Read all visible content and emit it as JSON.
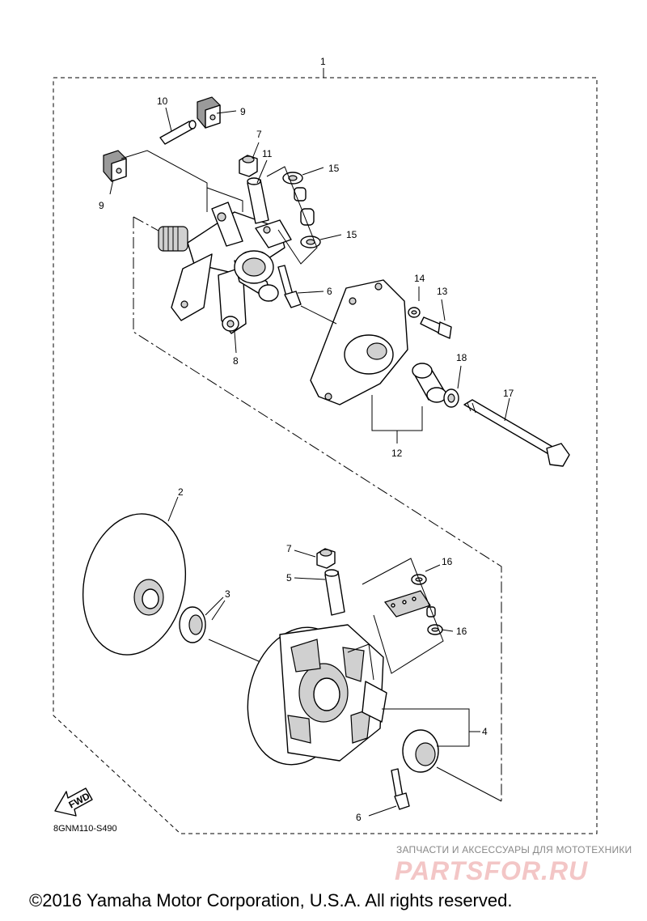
{
  "diagram": {
    "labels": {
      "p1": "1",
      "p2": "2",
      "p3": "3",
      "p4": "4",
      "p5": "5",
      "p6a": "6",
      "p6b": "6",
      "p7a": "7",
      "p7b": "7",
      "p8": "8",
      "p9a": "9",
      "p9b": "9",
      "p10": "10",
      "p11": "11",
      "p12": "12",
      "p13": "13",
      "p14": "14",
      "p15a": "15",
      "p15b": "15",
      "p16a": "16",
      "p16b": "16",
      "p17": "17",
      "p18": "18"
    },
    "fwd": "FWD",
    "code": "8GNM110-S490"
  },
  "watermark": {
    "tagline": "ЗАПЧАСТИ И АКСЕССУАРЫ ДЛЯ МОТОТЕХНИКИ",
    "logo": "PARTSFOR.RU"
  },
  "footer": {
    "copyright": "©2016 Yamaha Motor Corporation, U.S.A. All rights reserved."
  }
}
